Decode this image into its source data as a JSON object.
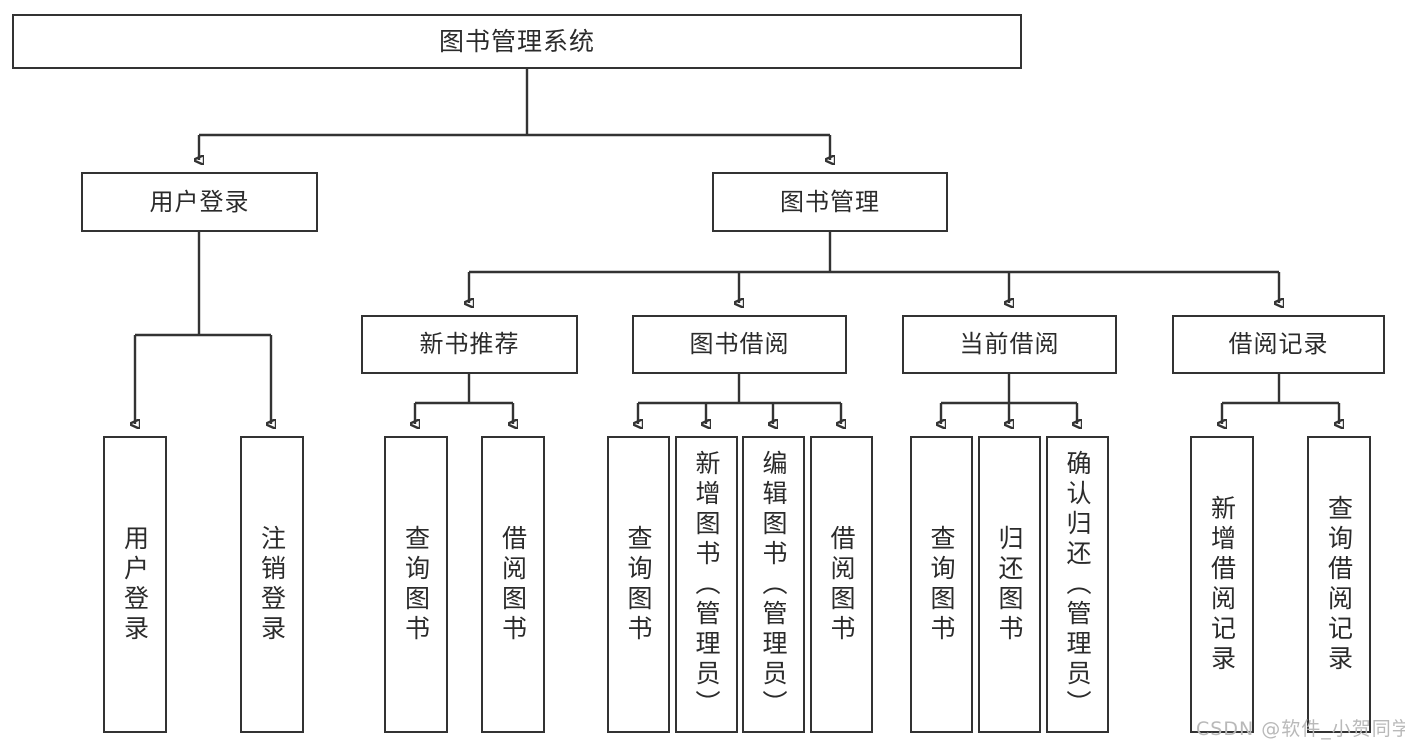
{
  "diagram": {
    "title_node": {
      "label": "图书管理系统"
    },
    "level2": [
      {
        "label": "用户登录"
      },
      {
        "label": "图书管理"
      }
    ],
    "level3": [
      {
        "label": "新书推荐"
      },
      {
        "label": "图书借阅"
      },
      {
        "label": "当前借阅"
      },
      {
        "label": "借阅记录"
      }
    ],
    "leaves": {
      "user_login": [
        {
          "label": "用户登录"
        },
        {
          "label": "注销登录"
        }
      ],
      "new_book_recommend": [
        {
          "label": "查询图书"
        },
        {
          "label": "借阅图书"
        }
      ],
      "book_borrow": [
        {
          "label": "查询图书"
        },
        {
          "label": "新增图书（管理员）"
        },
        {
          "label": "编辑图书（管理员）"
        },
        {
          "label": "借阅图书"
        }
      ],
      "current_borrow": [
        {
          "label": "查询图书"
        },
        {
          "label": "归还图书"
        },
        {
          "label": "确认归还（管理员）"
        }
      ],
      "borrow_record": [
        {
          "label": "新增借阅记录"
        },
        {
          "label": "查询借阅记录"
        }
      ]
    }
  },
  "watermark": {
    "text": "CSDN @软件_小贺同学"
  },
  "colors": {
    "border": "#333333",
    "text": "#2b2b2b",
    "background": "#ffffff",
    "watermark": "#b9b9b9"
  }
}
